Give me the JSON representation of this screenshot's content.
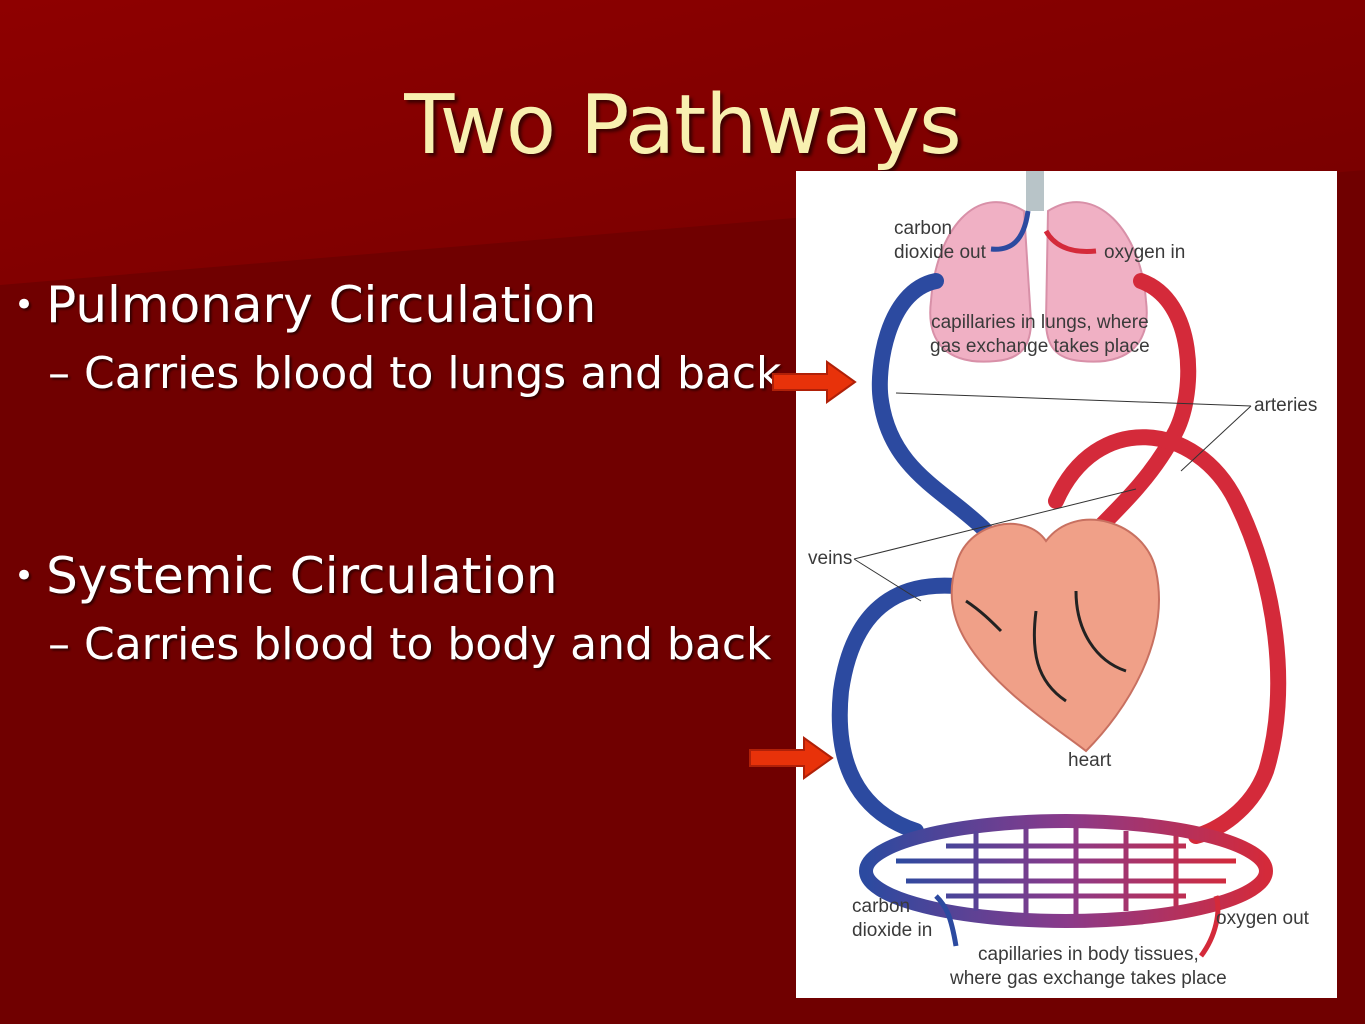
{
  "slide": {
    "title": "Two Pathways",
    "bullets": [
      {
        "heading": "Pulmonary Circulation",
        "detail": "– Carries blood to lungs and back"
      },
      {
        "heading": "Systemic Circulation",
        "detail": "– Carries blood to body and back"
      }
    ],
    "colors": {
      "background": "#720000",
      "title": "#f8f0b0",
      "text": "#ffffff",
      "pointer": "#e8320a"
    }
  },
  "diagram": {
    "labels": {
      "co2_out_line1": "carbon",
      "co2_out_line2": "dioxide out",
      "o2_in": "oxygen in",
      "lung_cap_line1": "capillaries in lungs, where",
      "lung_cap_line2": "gas exchange takes place",
      "arteries": "arteries",
      "veins": "veins",
      "heart": "heart",
      "co2_in_line1": "carbon",
      "co2_in_line2": "dioxide in",
      "o2_out": "oxygen out",
      "body_cap_line1": "capillaries in body tissues,",
      "body_cap_line2": "where gas exchange takes place"
    },
    "colors": {
      "artery": "#d42a3a",
      "vein": "#2c4aa0",
      "lung": "#f0b0c4",
      "heart": "#f0a088"
    }
  }
}
